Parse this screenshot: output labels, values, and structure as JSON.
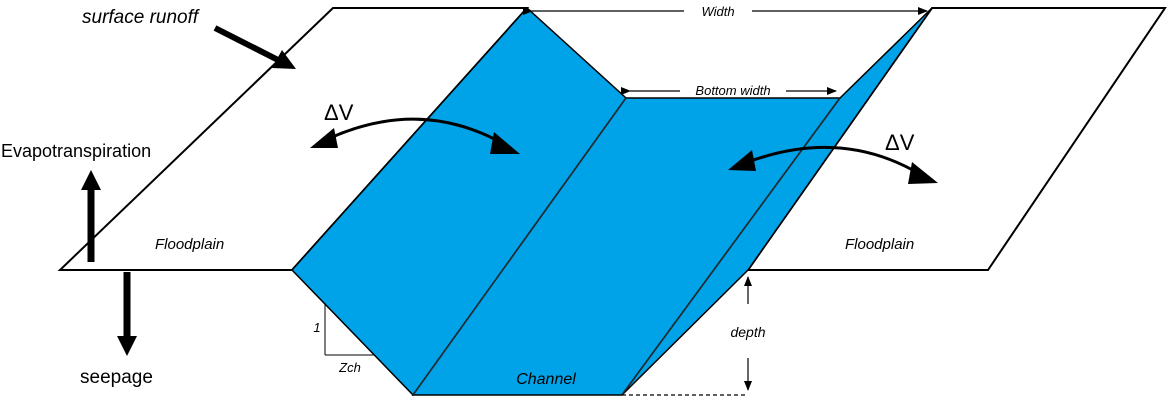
{
  "labels": {
    "surface_runoff": "surface runoff",
    "evapotranspiration": "Evapotranspiration",
    "seepage": "seepage",
    "floodplain_left": "Floodplain",
    "floodplain_right": "Floodplain",
    "delta_v_left": "ΔV",
    "delta_v_right": "ΔV",
    "width": "Width",
    "bottom_width": "Bottom width",
    "depth": "depth",
    "channel": "Channel",
    "slope_rise": "1",
    "slope_run": "Zch"
  },
  "colors": {
    "channel_fill": "#00a2e8",
    "outline": "#000000",
    "background": "#ffffff"
  }
}
